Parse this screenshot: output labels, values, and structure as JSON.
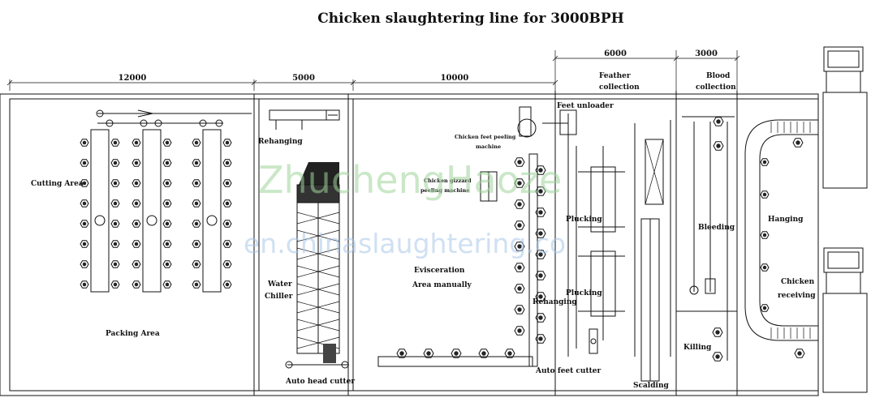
{
  "title": "Chicken slaughtering line for 3000BPH",
  "dimensions": {
    "d12000": "12000",
    "d5000": "5000",
    "d10000": "10000",
    "d6000": "6000",
    "d3000": "3000"
  },
  "areas": {
    "feather_collection_1": "Feather",
    "feather_collection_2": "collection",
    "blood_collection_1": "Blood",
    "blood_collection_2": "collection",
    "cutting_area": "Cutting Area",
    "packing_area": "Packing Area",
    "rehanging_top": "Rehanging",
    "water_chiller_1": "Water",
    "water_chiller_2": "Chiller",
    "auto_head_cutter": "Auto head cutter",
    "chicken_feet_peeling_1": "Chicken feet peeling",
    "chicken_feet_peeling_2": "machine",
    "chicken_gizzard_1": "Chicken gizzard",
    "chicken_gizzard_2": "peeling machine",
    "evisceration_1": "Evisceration",
    "evisceration_2": "Area manually",
    "rehanging_mid": "Rehanging",
    "auto_feet_cutter": "Auto feet cutter",
    "feet_unloader": "Feet unloader",
    "plucking_1": "Plucking",
    "plucking_2": "Plucking",
    "scalding": "Scalding",
    "bleeding": "Bleeding",
    "killing": "Killing",
    "hanging": "Hanging",
    "chicken_receiving_1": "Chicken",
    "chicken_receiving_2": "receiving"
  },
  "watermark": {
    "line1": "ZhuchengHaoze",
    "line2": "en.chinaslaughtering.co"
  }
}
